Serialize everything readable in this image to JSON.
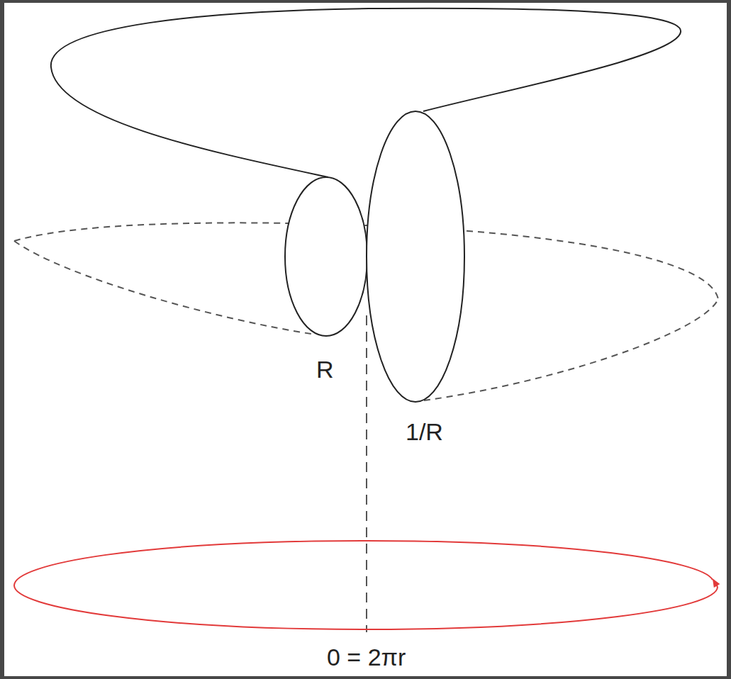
{
  "diagram": {
    "labels": [
      "R",
      "1/R",
      "0 = 2πr"
    ]
  }
}
